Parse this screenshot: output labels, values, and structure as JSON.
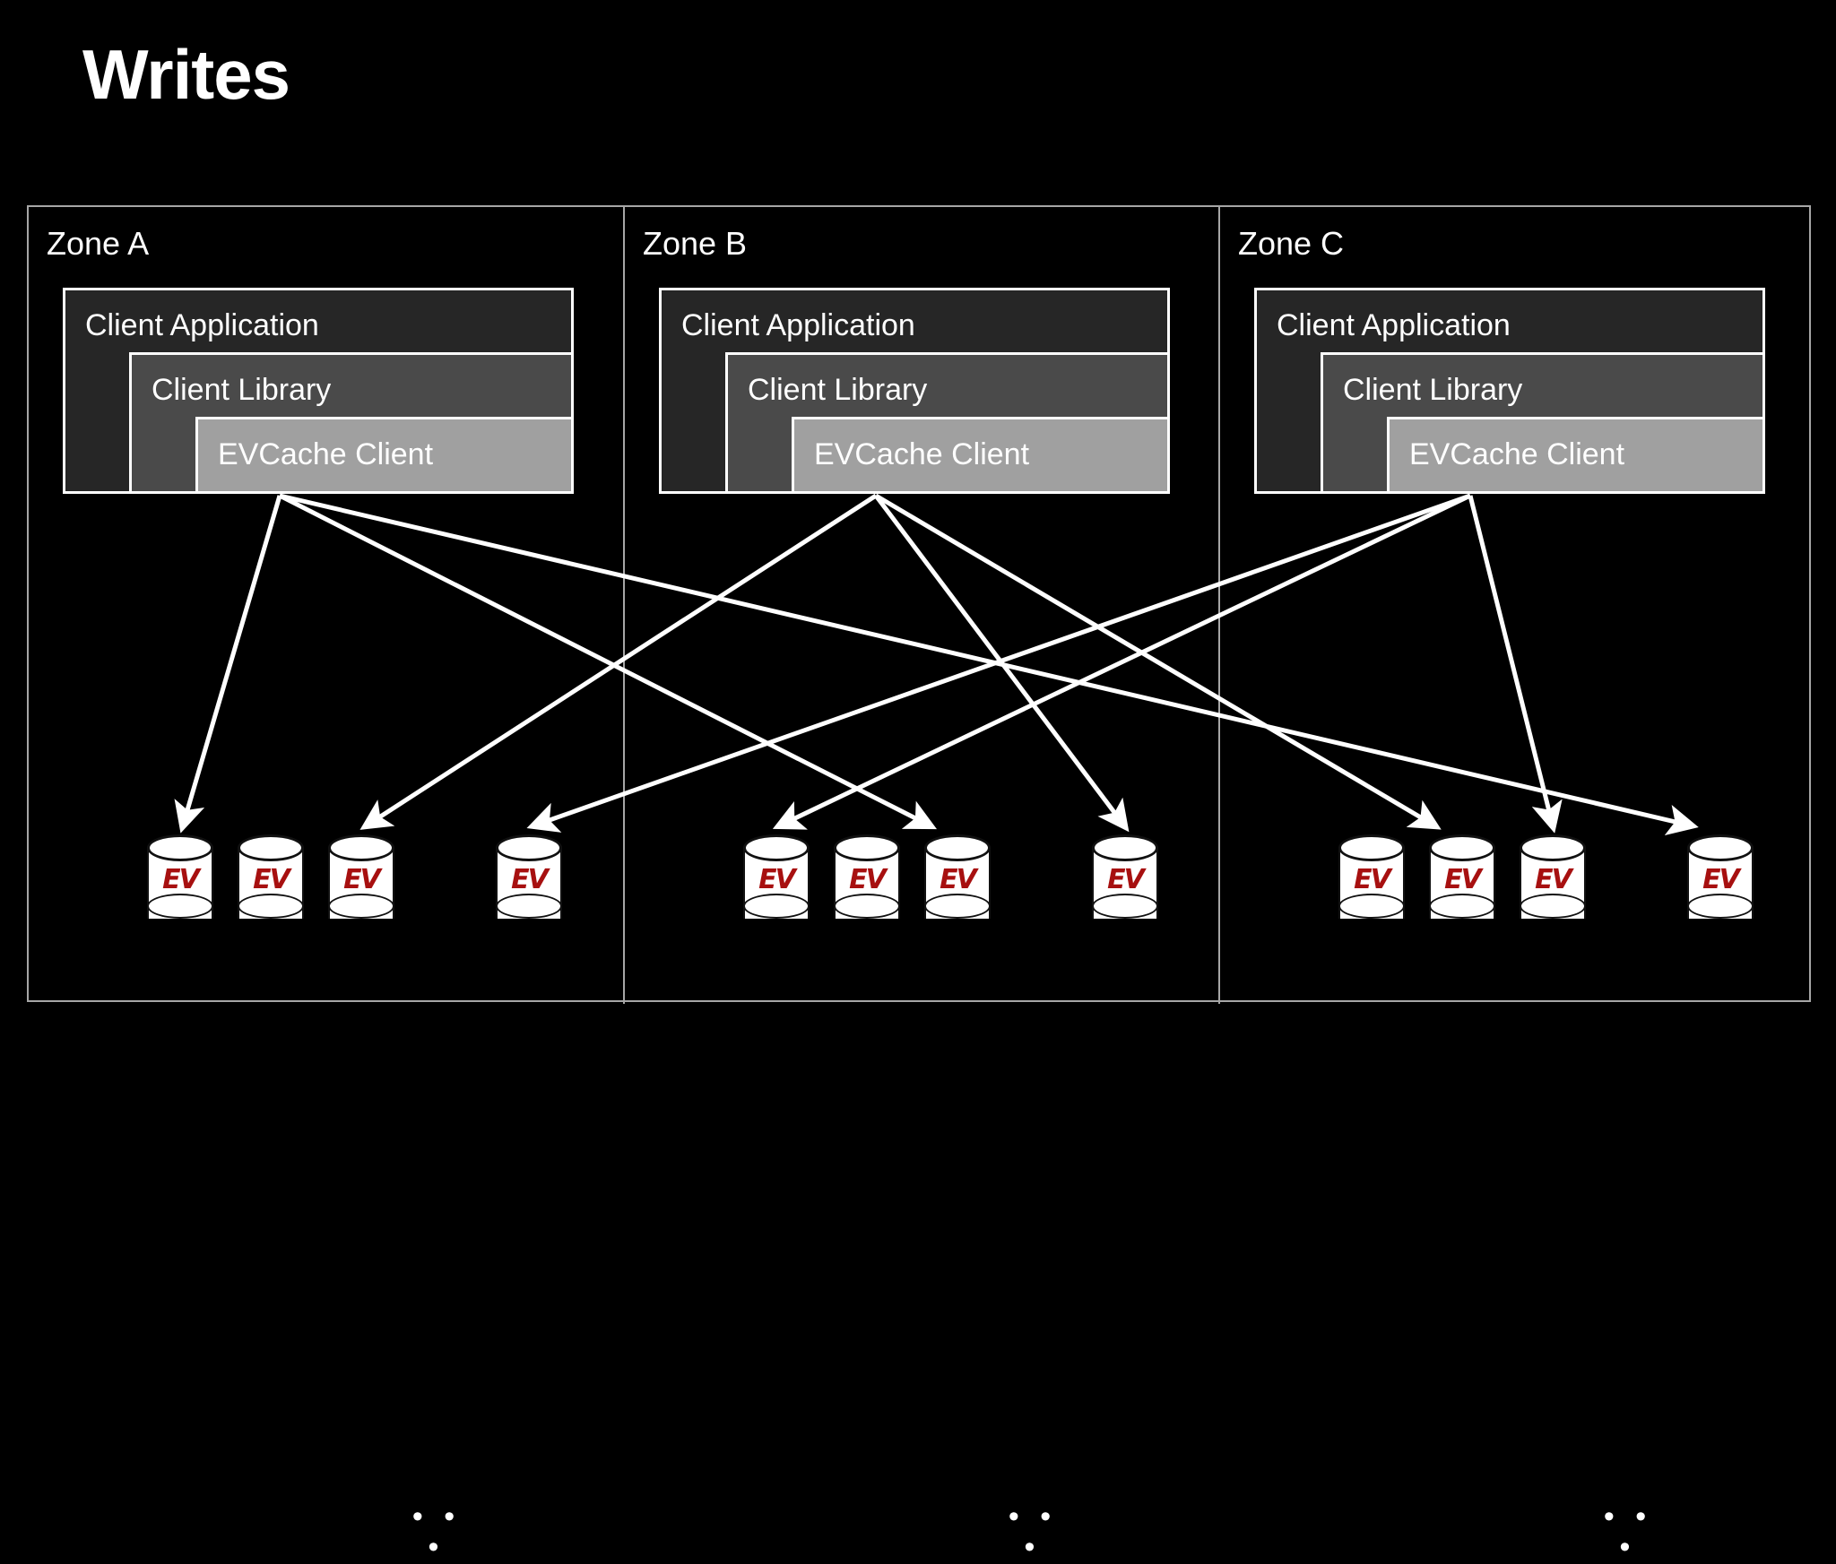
{
  "slide": {
    "title": "Writes",
    "background_color": "#000000",
    "text_color": "#ffffff",
    "border_color": "#a6a6a6"
  },
  "diagram": {
    "type": "architecture-flow",
    "zones": [
      {
        "label": "Zone A",
        "layers": [
          {
            "name": "client-application",
            "label": "Client Application",
            "fill": "#262626"
          },
          {
            "name": "client-library",
            "label": "Client Library",
            "fill": "#4a4a4a"
          },
          {
            "name": "evcache-client",
            "label": "EVCache Client",
            "fill": "#a0a0a0"
          }
        ],
        "servers": [
          {
            "label": "EV"
          },
          {
            "label": "EV"
          },
          {
            "label": "EV"
          },
          {
            "label": "EV"
          }
        ],
        "ellipsis": "• • •"
      },
      {
        "label": "Zone B",
        "layers": [
          {
            "name": "client-application",
            "label": "Client Application",
            "fill": "#262626"
          },
          {
            "name": "client-library",
            "label": "Client Library",
            "fill": "#4a4a4a"
          },
          {
            "name": "evcache-client",
            "label": "EVCache Client",
            "fill": "#a0a0a0"
          }
        ],
        "servers": [
          {
            "label": "EV"
          },
          {
            "label": "EV"
          },
          {
            "label": "EV"
          },
          {
            "label": "EV"
          }
        ],
        "ellipsis": "• • •"
      },
      {
        "label": "Zone C",
        "layers": [
          {
            "name": "client-application",
            "label": "Client Application",
            "fill": "#262626"
          },
          {
            "name": "client-library",
            "label": "Client Library",
            "fill": "#4a4a4a"
          },
          {
            "name": "evcache-client",
            "label": "EVCache Client",
            "fill": "#a0a0a0"
          }
        ],
        "servers": [
          {
            "label": "EV"
          },
          {
            "label": "EV"
          },
          {
            "label": "EV"
          },
          {
            "label": "EV"
          }
        ],
        "ellipsis": "• • •"
      }
    ],
    "arrow_color": "#ffffff",
    "server_logo_color": "#a71010",
    "connections": [
      {
        "from": "zone-a-evcache-client",
        "to": "zone-a-server-1"
      },
      {
        "from": "zone-a-evcache-client",
        "to": "zone-b-server-3"
      },
      {
        "from": "zone-a-evcache-client",
        "to": "zone-c-server-4"
      },
      {
        "from": "zone-b-evcache-client",
        "to": "zone-a-server-3"
      },
      {
        "from": "zone-b-evcache-client",
        "to": "zone-b-server-4"
      },
      {
        "from": "zone-b-evcache-client",
        "to": "zone-c-server-2"
      },
      {
        "from": "zone-c-evcache-client",
        "to": "zone-a-server-4"
      },
      {
        "from": "zone-c-evcache-client",
        "to": "zone-b-server-2"
      },
      {
        "from": "zone-c-evcache-client",
        "to": "zone-c-server-3"
      }
    ]
  }
}
